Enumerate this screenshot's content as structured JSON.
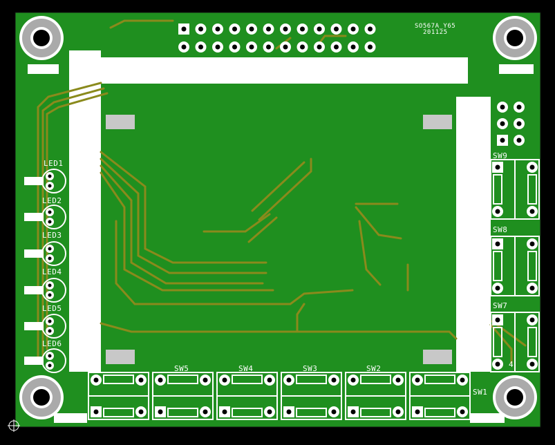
{
  "board": {
    "colors": {
      "background": "#000000",
      "copper_fill": "#1f8f1f",
      "trace": "#8a8a1c",
      "pad": "#ffffff",
      "silkscreen": "#ffffff",
      "mark_block": "#c8c8c8"
    },
    "header_text": "SO567A_Y65",
    "date_text": "201125",
    "led_labels": [
      "LED1",
      "LED2",
      "LED3",
      "LED4",
      "LED5",
      "LED6"
    ],
    "switch_labels": {
      "sw1": "SW1",
      "sw2": "SW2",
      "sw3": "SW3",
      "sw4": "SW4",
      "sw5": "SW5",
      "sw7": "SW7",
      "sw8": "SW8",
      "sw9": "SW9"
    },
    "stray_label": "4",
    "connector_pins": {
      "rows": 2,
      "cols": 12
    },
    "right_header_pins": {
      "rows": 3,
      "cols": 2
    }
  }
}
